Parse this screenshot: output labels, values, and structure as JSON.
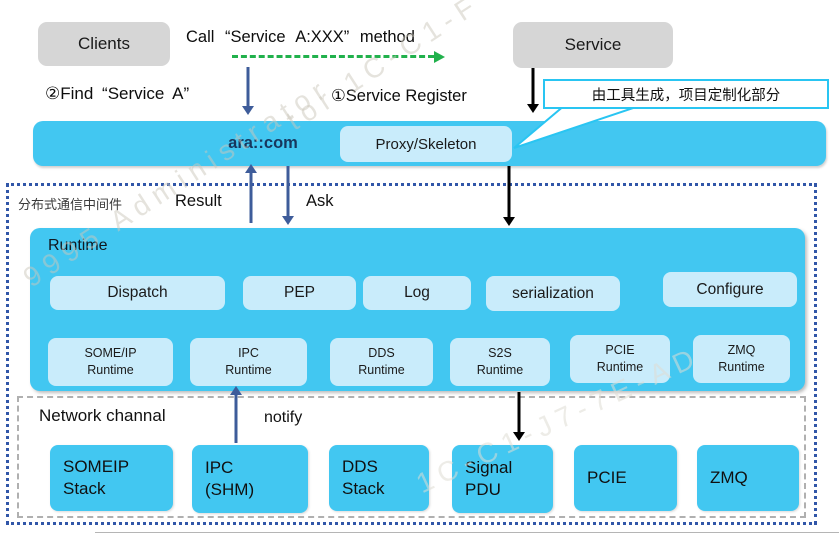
{
  "top": {
    "clients": "Clients",
    "call_method": "Call “Service A:XXX” method",
    "find": "②Find “Service A”",
    "service_register": "①Service Register",
    "service": "Service",
    "callout": "由工具生成，项目定制化部分"
  },
  "com_bar": {
    "title": "ara::com",
    "proxy": "Proxy/Skeleton"
  },
  "middleware": {
    "label": "分布式通信中间件",
    "result": "Result",
    "ask": "Ask",
    "runtime": {
      "title": "Runtime",
      "modules": [
        "Dispatch",
        "PEP",
        "Log",
        "serialization",
        "Configure"
      ],
      "channels": [
        [
          "SOME/IP",
          "Runtime"
        ],
        [
          "IPC",
          "Runtime"
        ],
        [
          "DDS",
          "Runtime"
        ],
        [
          "S2S",
          "Runtime"
        ],
        [
          "PCIE",
          "Runtime"
        ],
        [
          "ZMQ",
          "Runtime"
        ]
      ]
    }
  },
  "network": {
    "title": "Network channal",
    "notify": "notify",
    "stacks": [
      [
        "SOMEIP",
        "Stack"
      ],
      [
        "IPC",
        "(SHM)"
      ],
      [
        "DDS",
        "Stack"
      ],
      [
        "Signal",
        "PDU"
      ],
      [
        "PCIE",
        ""
      ],
      [
        "ZMQ",
        ""
      ]
    ]
  },
  "watermark": [
    "tor 1C-C1-F",
    "9995 Administrator",
    "1C-C1-J7-7E-AD"
  ],
  "colors": {
    "cyan": "#42c7f1",
    "light_blue": "#c9ecfb",
    "gray_box": "#d6d6d6",
    "steel_blue": "#3e5c9a",
    "green": "#21b14c",
    "navy": "#17375d",
    "dotted_border": "#3156a8",
    "dashed_border": "#b0b0b0"
  }
}
